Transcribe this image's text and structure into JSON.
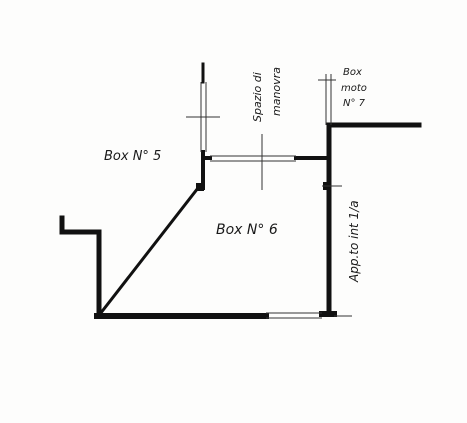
{
  "plan": {
    "label_box5": "Box N° 5",
    "label_box6": "Box N° 6",
    "label_box7_line1": "Box",
    "label_box7_line2": "moto",
    "label_box7_line3": "N° 7",
    "label_spazio_line1": "Spazio di",
    "label_spazio_line2": "manovra",
    "label_appt": "App.to int 1/a"
  }
}
